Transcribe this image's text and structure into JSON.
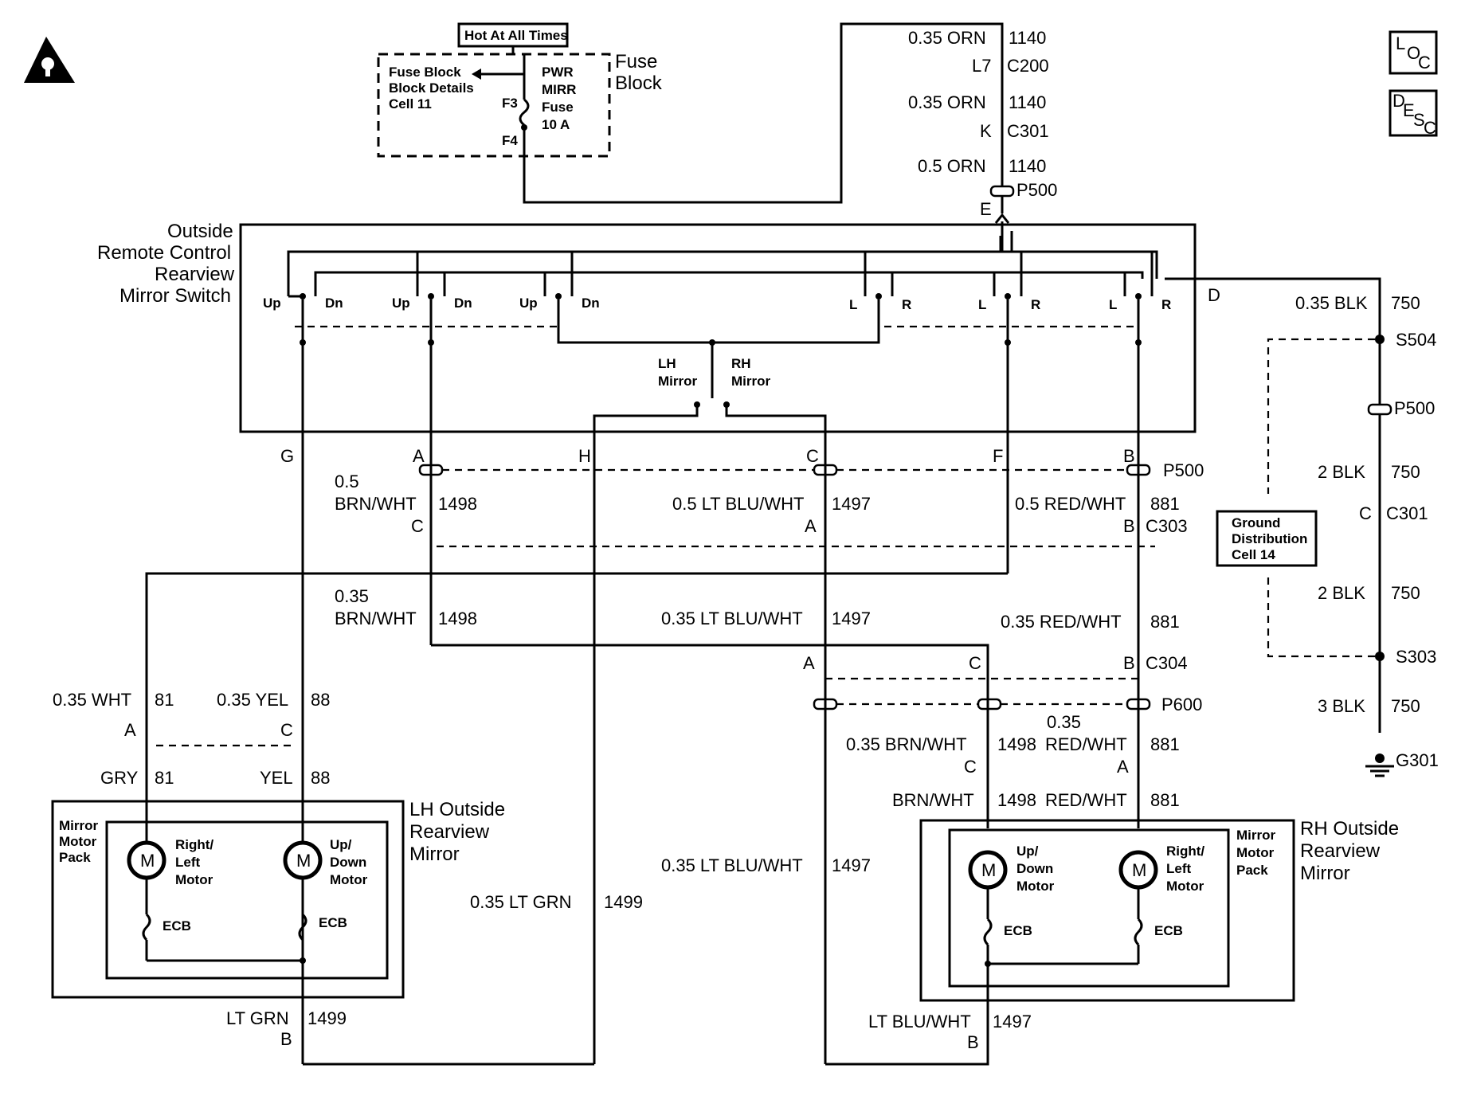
{
  "labels": {
    "hot_at_all_times": "Hot At All Times",
    "fuse_ref_1": "Fuse Block",
    "fuse_ref_2": "Block Details",
    "fuse_ref_3": "Cell 11",
    "fuse_name_1": "PWR",
    "fuse_name_2": "MIRR",
    "fuse_name_3": "Fuse",
    "fuse_name_4": "10 A",
    "fuse_f3": "F3",
    "fuse_f4": "F4",
    "fuse_block_1": "Fuse",
    "fuse_block_2": "Block",
    "sw_title_1": "Outside",
    "sw_title_2": "Remote Control",
    "sw_title_3": "Rearview",
    "sw_title_4": "Mirror Switch",
    "up": "Up",
    "dn": "Dn",
    "l": "L",
    "r": "R",
    "lh_mirror_1": "LH",
    "lh_mirror_2": "Mirror",
    "rh_mirror_1": "RH",
    "rh_mirror_2": "Mirror",
    "w_035_orn": "0.35 ORN",
    "c1140": "1140",
    "l7": "L7",
    "c200": "C200",
    "k": "K",
    "c301": "C301",
    "w_05_orn": "0.5 ORN",
    "p500": "P500",
    "e": "E",
    "d": "D",
    "w_035_blk": "0.35 BLK",
    "c750": "750",
    "s504": "S504",
    "w_2_blk": "2 BLK",
    "c": "C",
    "ground_ref_1": "Ground",
    "ground_ref_2": "Distribution",
    "ground_ref_3": "Cell 14",
    "s303": "S303",
    "w_3_blk": "3 BLK",
    "g301": "G301",
    "g": "G",
    "a": "A",
    "h": "H",
    "f": "F",
    "b": "B",
    "w_05": "0.5",
    "brn_wht": "BRN/WHT",
    "c1498": "1498",
    "w_05_ltbluwht": "0.5  LT BLU/WHT",
    "c1497": "1497",
    "w_05_redwht": "0.5 RED/WHT",
    "c881": "881",
    "c303": "C303",
    "w_035": "0.35",
    "w_035_ltbluwht": "0.35 LT BLU/WHT",
    "w_035_redwht": "0.35 RED/WHT",
    "c304": "C304",
    "p600": "P600",
    "w_035_brnwht": "0.35 BRN/WHT",
    "red_wht": "RED/WHT",
    "w_035_wht": "0.35 WHT",
    "c81": "81",
    "w_035_yel": "0.35 YEL",
    "c88": "88",
    "gry": "GRY",
    "yel": "YEL",
    "lh_title_1": "LH Outside",
    "lh_title_2": "Rearview",
    "lh_title_3": "Mirror",
    "pack_1": "Mirror",
    "pack_2": "Motor",
    "pack_3": "Pack",
    "motor_m": "M",
    "rl_1": "Right/",
    "rl_2": "Left",
    "rl_3": "Motor",
    "ud_1": "Up/",
    "ud_2": "Down",
    "ud_3": "Motor",
    "ecb": "ECB",
    "w_035_ltgrn": "0.35 LT GRN",
    "c1499": "1499",
    "lt_grn": "LT GRN",
    "rh_title_1": "RH Outside",
    "rh_title_2": "Rearview",
    "rh_title_3": "Mirror",
    "lt_blu_wht": "LT BLU/WHT",
    "loc_l": "L",
    "loc_o": "O",
    "loc_c": "C",
    "desc_d": "D",
    "desc_e": "E",
    "desc_s": "S",
    "desc_c": "C"
  }
}
